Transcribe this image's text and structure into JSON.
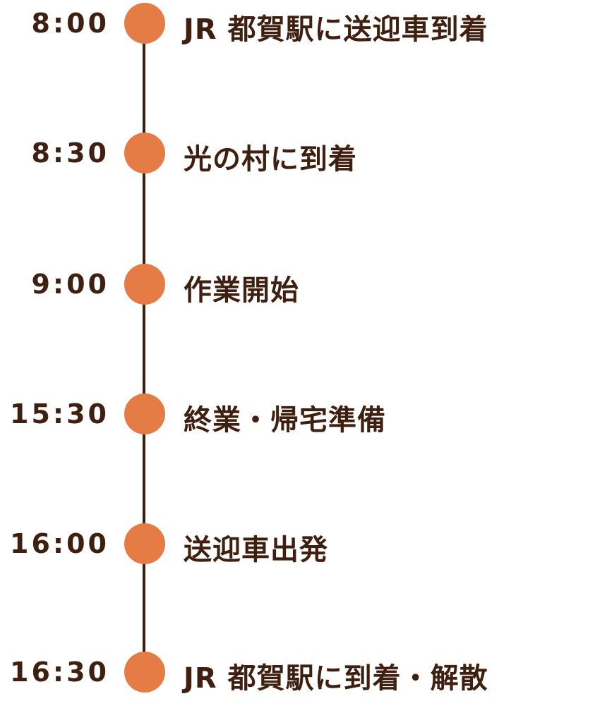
{
  "colors": {
    "dot": "#e57b45",
    "line": "#3f2010",
    "text": "#3f2010"
  },
  "schedule": [
    {
      "time": "8:00",
      "label": "JR 都賀駅に送迎車到着"
    },
    {
      "time": "8:30",
      "label": "光の村に到着"
    },
    {
      "time": "9:00",
      "label": "作業開始"
    },
    {
      "time": "15:30",
      "label": "終業・帰宅準備"
    },
    {
      "time": "16:00",
      "label": "送迎車出発"
    },
    {
      "time": "16:30",
      "label": "JR 都賀駅に到着・解散"
    }
  ]
}
